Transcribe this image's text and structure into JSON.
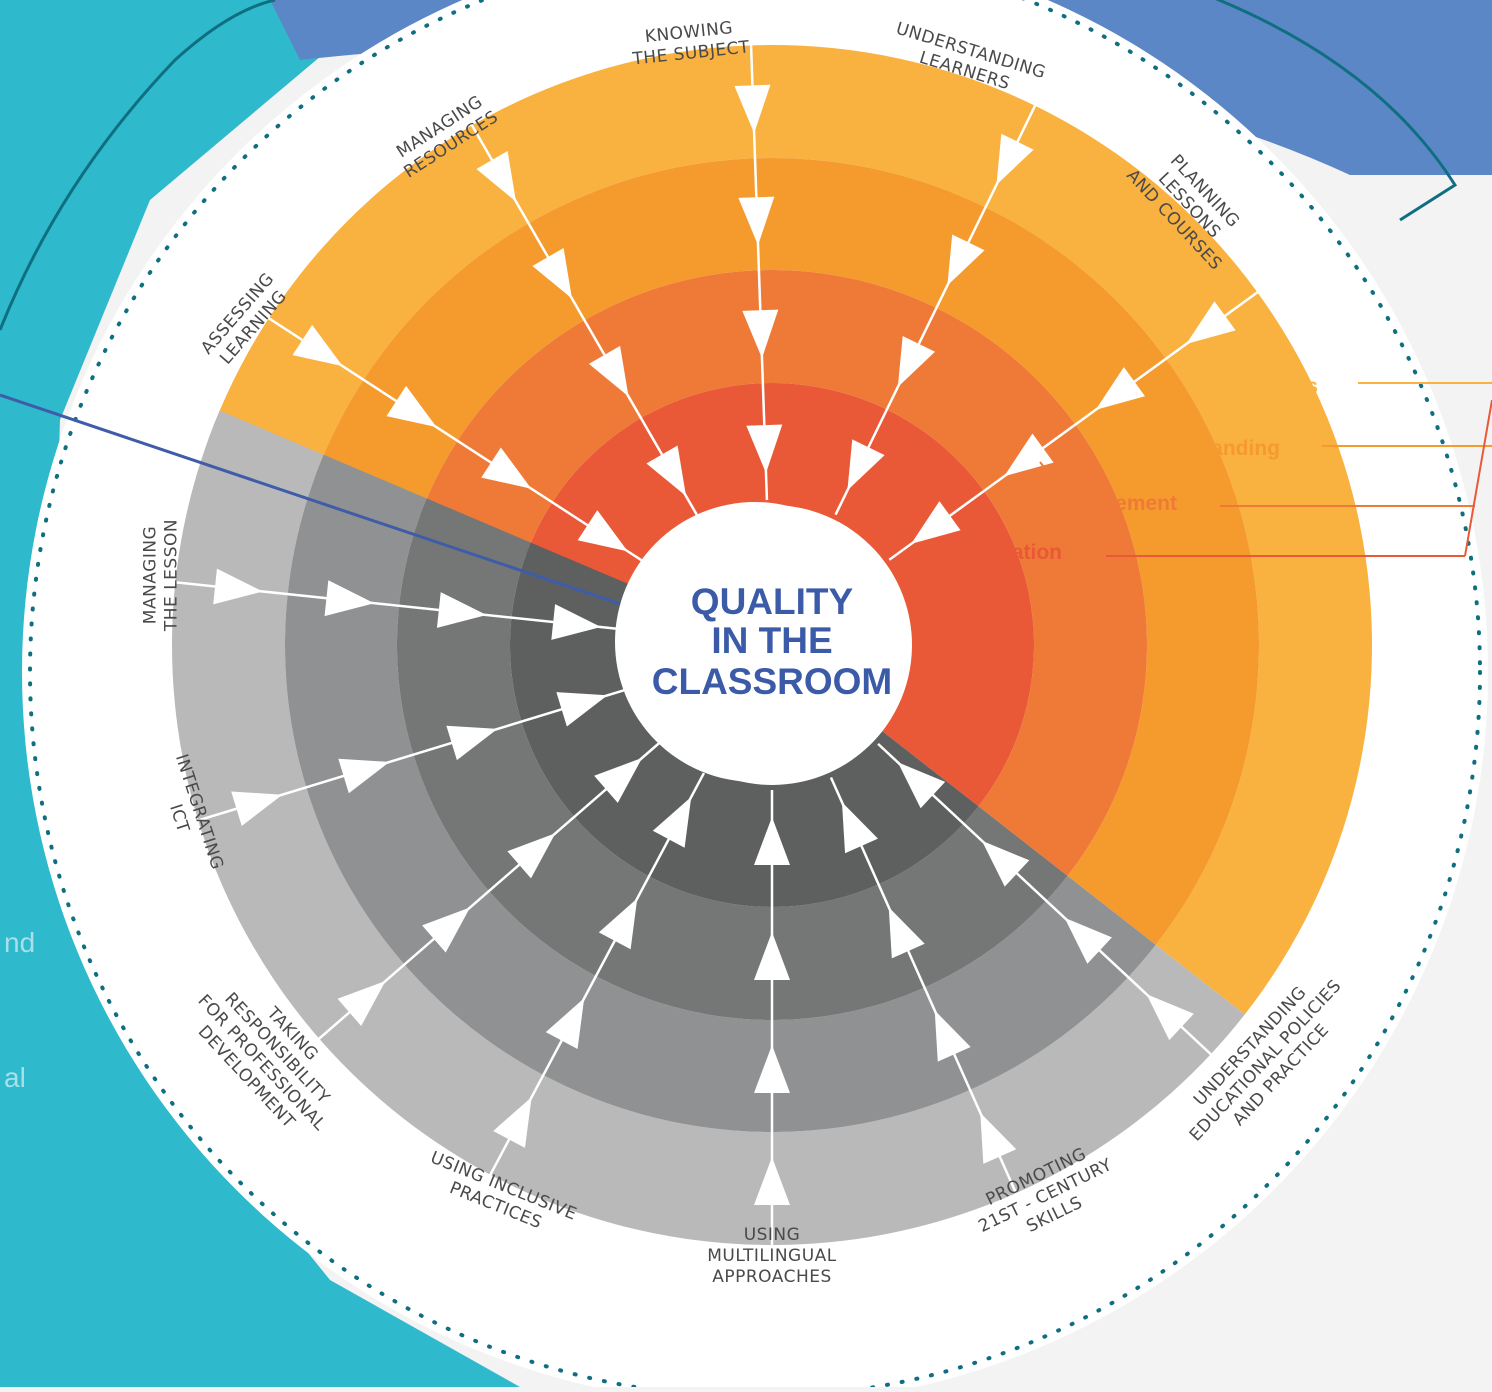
{
  "diagram": {
    "center_title": [
      "QUALITY",
      "IN THE",
      "CLASSROOM"
    ],
    "levels": [
      {
        "name": "Awareness",
        "color": "#f9b13f"
      },
      {
        "name": "Understanding",
        "color": "#f59b2e"
      },
      {
        "name": "Engagement",
        "color": "#ef7a37"
      },
      {
        "name": "Integration",
        "color": "#ea5937"
      }
    ],
    "grey_levels": [
      "#b9b9b9",
      "#909192",
      "#757676",
      "#5e5f5f"
    ],
    "segments_orange": [
      {
        "id": "assessing-learning",
        "lines": [
          "ASSESSING",
          "LEARNING"
        ]
      },
      {
        "id": "managing-resources",
        "lines": [
          "MANAGING",
          "RESOURCES"
        ]
      },
      {
        "id": "knowing-the-subject",
        "lines": [
          "KNOWING",
          "THE SUBJECT"
        ]
      },
      {
        "id": "understanding-learners",
        "lines": [
          "UNDERSTANDING",
          "LEARNERS"
        ]
      },
      {
        "id": "planning-lessons",
        "lines": [
          "PLANNING",
          "LESSONS",
          "AND COURSES"
        ]
      }
    ],
    "segments_grey": [
      {
        "id": "managing-the-lesson",
        "lines": [
          "MANAGING",
          "THE LESSON"
        ]
      },
      {
        "id": "integrating-ict",
        "lines": [
          "INTEGRATING",
          "ICT"
        ]
      },
      {
        "id": "professional-development",
        "lines": [
          "TAKING",
          "RESPONSIBILITY",
          "FOR PROFESSIONAL",
          "DEVELOPMENT"
        ]
      },
      {
        "id": "inclusive-practices",
        "lines": [
          "USING INCLUSIVE",
          "PRACTICES"
        ]
      },
      {
        "id": "multilingual",
        "lines": [
          "USING",
          "MULTILINGUAL",
          "APPROACHES"
        ]
      },
      {
        "id": "21st-century-skills",
        "lines": [
          "PROMOTING",
          "21ST - CENTURY",
          "SKILLS"
        ]
      },
      {
        "id": "educational-policies",
        "lines": [
          "UNDERSTANDING",
          "EDUCATIONAL POLICIES",
          "AND PRACTICE"
        ]
      }
    ],
    "side_text_fragments": [
      "nd",
      "al"
    ]
  }
}
